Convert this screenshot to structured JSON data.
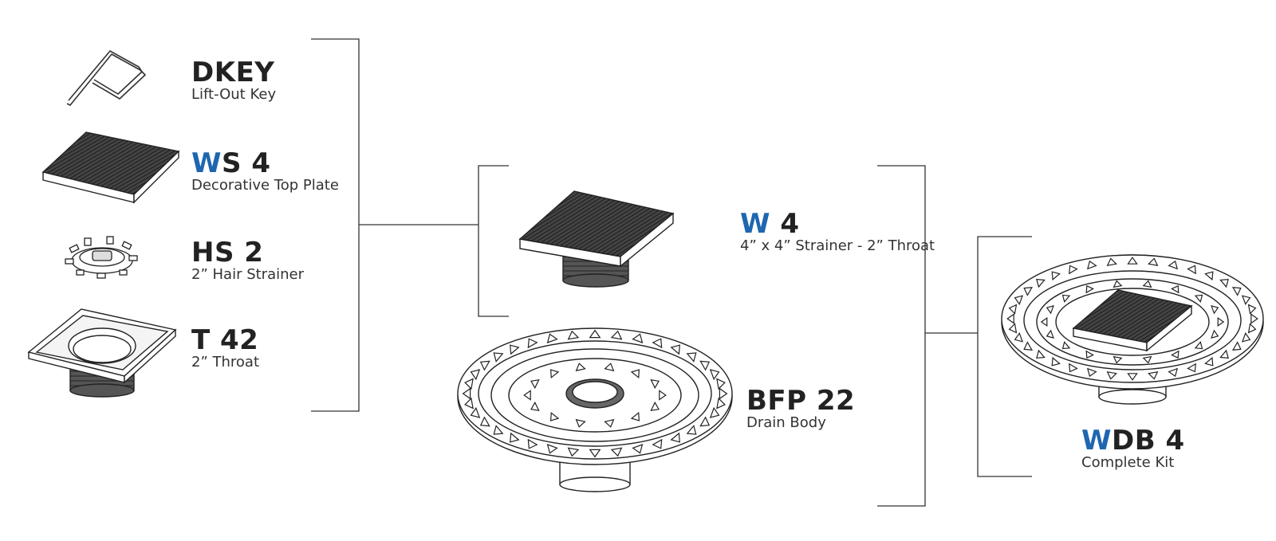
{
  "colors": {
    "accent": "#1f66b0",
    "text": "#222222",
    "line": "#333333"
  },
  "parts": [
    {
      "id": "dkey",
      "accent": "",
      "rest": "DKEY",
      "desc": "Lift-Out Key"
    },
    {
      "id": "ws4",
      "accent": "W",
      "rest": "S 4",
      "desc": "Decorative Top Plate"
    },
    {
      "id": "hs2",
      "accent": "",
      "rest": "HS 2",
      "desc": "2” Hair Strainer"
    },
    {
      "id": "t42",
      "accent": "",
      "rest": "T 42",
      "desc": "2” Throat"
    },
    {
      "id": "w4",
      "accent": "W",
      "rest": " 4",
      "desc": "4” x 4” Strainer - 2” Throat"
    },
    {
      "id": "bfp22",
      "accent": "",
      "rest": "BFP 22",
      "desc": "Drain Body"
    },
    {
      "id": "wdb4",
      "accent": "W",
      "rest": "DB 4",
      "desc": "Complete Kit"
    }
  ]
}
